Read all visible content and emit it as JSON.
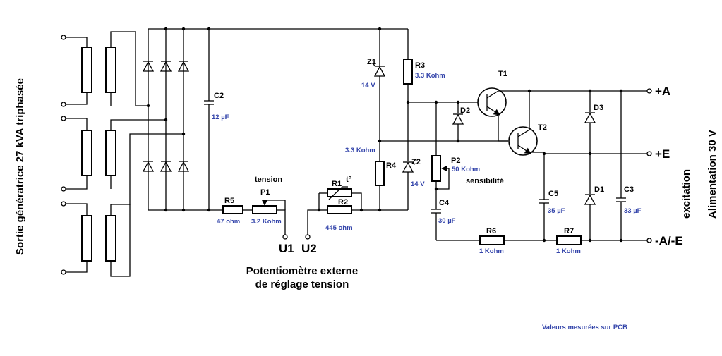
{
  "colors": {
    "line": "#000000",
    "value_text": "#3344aa"
  },
  "left_title": "Sortie génératrice 27 kVA triphasée",
  "right_title": "Alimentation 30 V",
  "right_sub": "excitation",
  "pot_caption": {
    "line1": "Potentiomètre externe",
    "line2": "de réglage tension"
  },
  "note": "Valeurs mesurées sur PCB",
  "terminals": {
    "a": "+A",
    "e": "+E",
    "ae": "-A/-E",
    "u1": "U1",
    "u2": "U2"
  },
  "components": {
    "c2": {
      "name": "C2",
      "value": "12 µF"
    },
    "r5": {
      "name": "R5",
      "value": "47 ohm"
    },
    "p1": {
      "name": "P1",
      "value": "3.2 Kohm",
      "caption": "tension"
    },
    "r1": {
      "name": "R1",
      "extra": "t°"
    },
    "r2": {
      "name": "R2",
      "value": "445 ohm"
    },
    "z1": {
      "name": "Z1",
      "value": "14 V"
    },
    "r3": {
      "name": "R3",
      "value": "3.3 Kohm"
    },
    "r4": {
      "name": "R4",
      "value": "3.3 Kohm"
    },
    "z2": {
      "name": "Z2",
      "value": "14 V"
    },
    "p2": {
      "name": "P2",
      "value": "50 Kohm",
      "caption": "sensibilité"
    },
    "c4": {
      "name": "C4",
      "value": "30 µF"
    },
    "d2": {
      "name": "D2"
    },
    "t1": {
      "name": "T1"
    },
    "t2": {
      "name": "T2"
    },
    "c5": {
      "name": "C5",
      "value": "35 µF"
    },
    "d3": {
      "name": "D3"
    },
    "d1": {
      "name": "D1"
    },
    "c3": {
      "name": "C3",
      "value": "33 µF"
    },
    "r6": {
      "name": "R6",
      "value": "1 Kohm"
    },
    "r7": {
      "name": "R7",
      "value": "1 Kohm"
    }
  }
}
